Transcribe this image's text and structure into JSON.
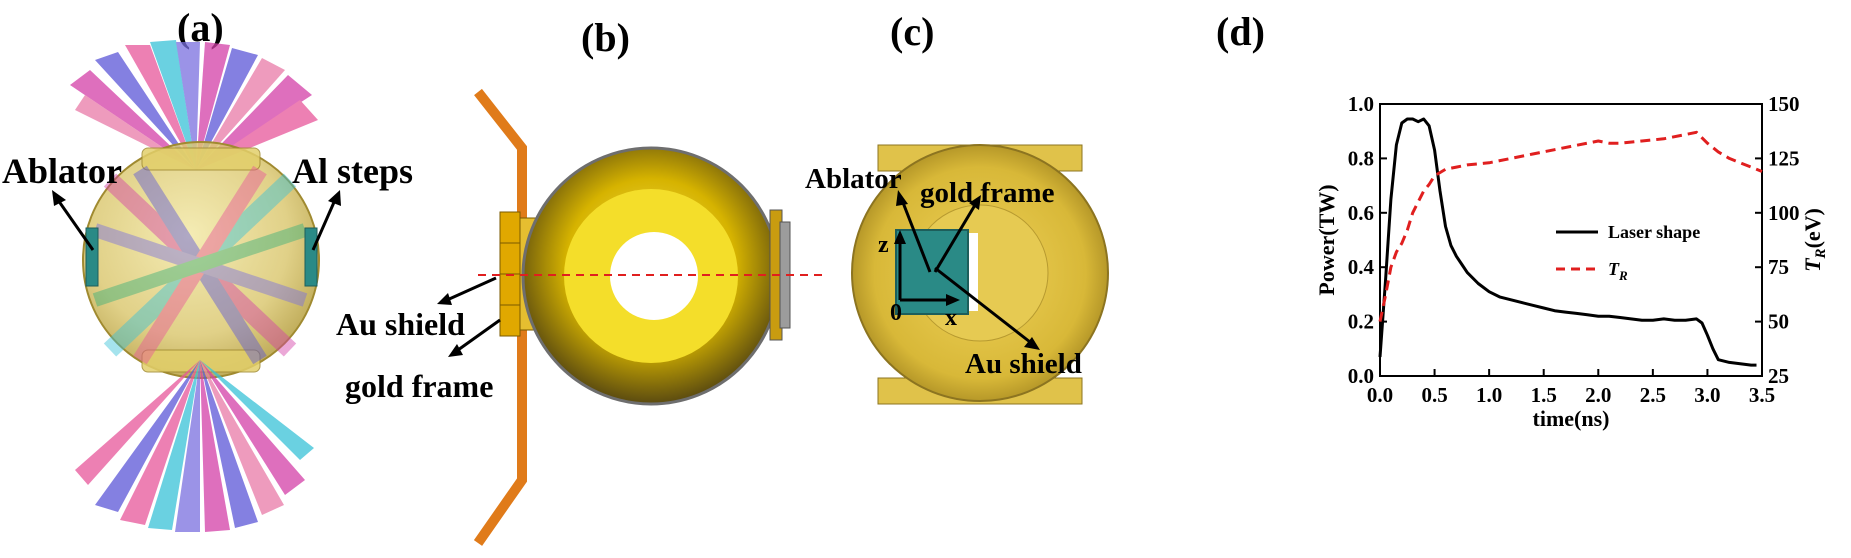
{
  "panels": {
    "a": {
      "title": "(a)",
      "labels": {
        "ablator": "Ablator",
        "al_steps": "Al steps"
      }
    },
    "b": {
      "title": "(b)",
      "labels": {
        "au_shield": "Au shield",
        "gold_frame": "gold frame"
      }
    },
    "c": {
      "title": "(c)",
      "labels": {
        "ablator": "Ablator",
        "gold_frame": "gold frame",
        "au_shield": "Au shield",
        "axis_z": "z",
        "axis_x": "x",
        "origin": "0"
      }
    },
    "d": {
      "title": "(d)"
    }
  },
  "colors": {
    "gold": "#d4b000",
    "gold_light": "#f5e34a",
    "orange": "#e07b1a",
    "teal": "#2a8a86",
    "laser_line": "#000000",
    "tr_line": "#e01f1f",
    "beam_colors": [
      "#d43fa8",
      "#5c56d8",
      "#39c2d8",
      "#e8569a",
      "#7a6fe0",
      "#e97aa8"
    ]
  },
  "chart_data": {
    "type": "line",
    "xlabel": "time(ns)",
    "ylabel": "Power(TW)",
    "y2label": "T_R(eV)",
    "xlim": [
      0.0,
      3.5
    ],
    "ylim": [
      0.0,
      1.0
    ],
    "y2lim": [
      25,
      150
    ],
    "xticks": [
      "0.0",
      "0.5",
      "1.0",
      "1.5",
      "2.0",
      "2.5",
      "3.0",
      "3.5"
    ],
    "yticks": [
      "0.0",
      "0.2",
      "0.4",
      "0.6",
      "0.8",
      "1.0"
    ],
    "y2ticks": [
      "25",
      "50",
      "75",
      "100",
      "125",
      "150"
    ],
    "legend": {
      "placement": "center-right"
    },
    "series": [
      {
        "name": "Laser shape",
        "axis": "left",
        "style": "solid",
        "x": [
          0.0,
          0.05,
          0.1,
          0.15,
          0.2,
          0.25,
          0.3,
          0.35,
          0.4,
          0.45,
          0.5,
          0.55,
          0.6,
          0.65,
          0.7,
          0.75,
          0.8,
          0.9,
          1.0,
          1.1,
          1.2,
          1.3,
          1.4,
          1.5,
          1.6,
          1.7,
          1.8,
          1.9,
          2.0,
          2.1,
          2.2,
          2.3,
          2.4,
          2.5,
          2.6,
          2.7,
          2.8,
          2.9,
          2.95,
          3.0,
          3.05,
          3.1,
          3.2,
          3.3,
          3.4,
          3.45
        ],
        "y": [
          0.07,
          0.35,
          0.65,
          0.85,
          0.93,
          0.945,
          0.945,
          0.935,
          0.945,
          0.92,
          0.83,
          0.68,
          0.55,
          0.48,
          0.44,
          0.41,
          0.38,
          0.34,
          0.31,
          0.29,
          0.28,
          0.27,
          0.26,
          0.25,
          0.24,
          0.235,
          0.23,
          0.225,
          0.22,
          0.22,
          0.215,
          0.21,
          0.205,
          0.205,
          0.21,
          0.205,
          0.205,
          0.21,
          0.195,
          0.15,
          0.1,
          0.06,
          0.05,
          0.045,
          0.04,
          0.04
        ]
      },
      {
        "name": "T_R",
        "axis": "right",
        "style": "dashed",
        "x": [
          0.0,
          0.05,
          0.1,
          0.15,
          0.2,
          0.25,
          0.3,
          0.35,
          0.4,
          0.45,
          0.5,
          0.6,
          0.7,
          0.8,
          1.0,
          1.2,
          1.4,
          1.6,
          1.8,
          2.0,
          2.1,
          2.2,
          2.4,
          2.6,
          2.8,
          2.9,
          3.0,
          3.1,
          3.2,
          3.3,
          3.4,
          3.5
        ],
        "y": [
          50,
          62,
          75,
          82,
          86,
          92,
          100,
          105,
          110,
          113,
          117,
          120,
          121,
          122,
          123,
          125,
          127,
          129,
          131,
          133,
          132,
          132,
          133,
          134,
          136,
          137,
          132,
          128,
          125,
          123,
          121,
          119
        ]
      }
    ]
  }
}
